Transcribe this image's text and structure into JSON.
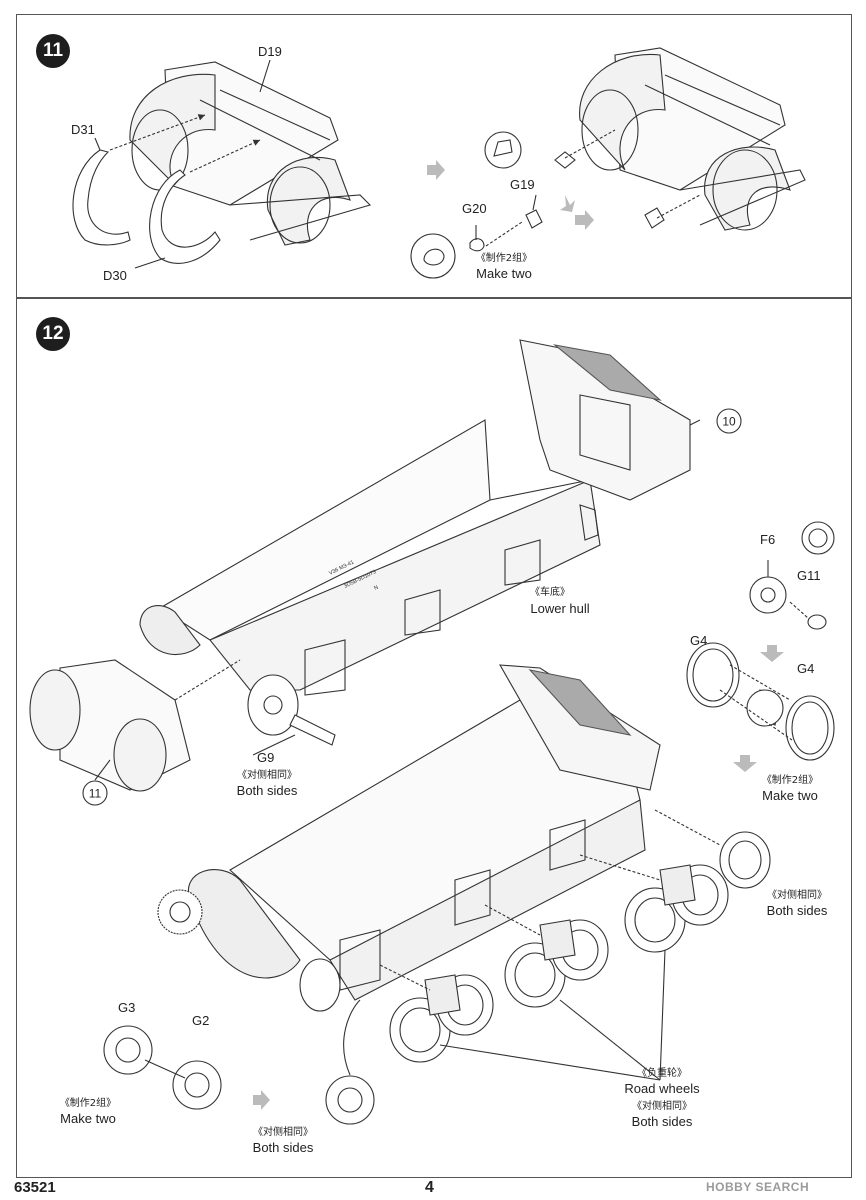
{
  "step11": {
    "number": "11",
    "parts": {
      "d19": "D19",
      "d31": "D31",
      "d30": "D30",
      "g19": "G19",
      "g20": "G20"
    },
    "make_two_cn": "《制作2组》",
    "make_two_en": "Make two"
  },
  "step12": {
    "number": "12",
    "ref10": "10",
    "ref11": "11",
    "lower_hull_cn": "《车底》",
    "lower_hull_en": "Lower hull",
    "parts": {
      "f6": "F6",
      "g11": "G11",
      "g4_top": "G4",
      "g4_right": "G4",
      "g9": "G9",
      "g3": "G3",
      "g2": "G2"
    },
    "g9_note_cn": "《对侧相同》",
    "g9_note_en": "Both sides",
    "idler_make_two_cn": "《制作2组》",
    "idler_make_two_en": "Make two",
    "wheel_both_cn": "《对侧相同》",
    "wheel_both_en": "Both sides",
    "sprocket_make_two_cn": "《制作2组》",
    "sprocket_make_two_en": "Make two",
    "sprocket_both_cn": "《对侧相同》",
    "sprocket_both_en": "Both sides",
    "road_wheels_cn": "《负重轮》",
    "road_wheels_en": "Road wheels",
    "road_both_cn": "《对侧相同》",
    "road_both_en": "Both sides",
    "hull_marking_1": "V36 M3-41",
    "hull_marking_2": "3D5B-5D1073",
    "hull_marking_3": "N"
  },
  "footer": {
    "code": "63521",
    "page": "4",
    "watermark": "HOBBY SEARCH"
  }
}
